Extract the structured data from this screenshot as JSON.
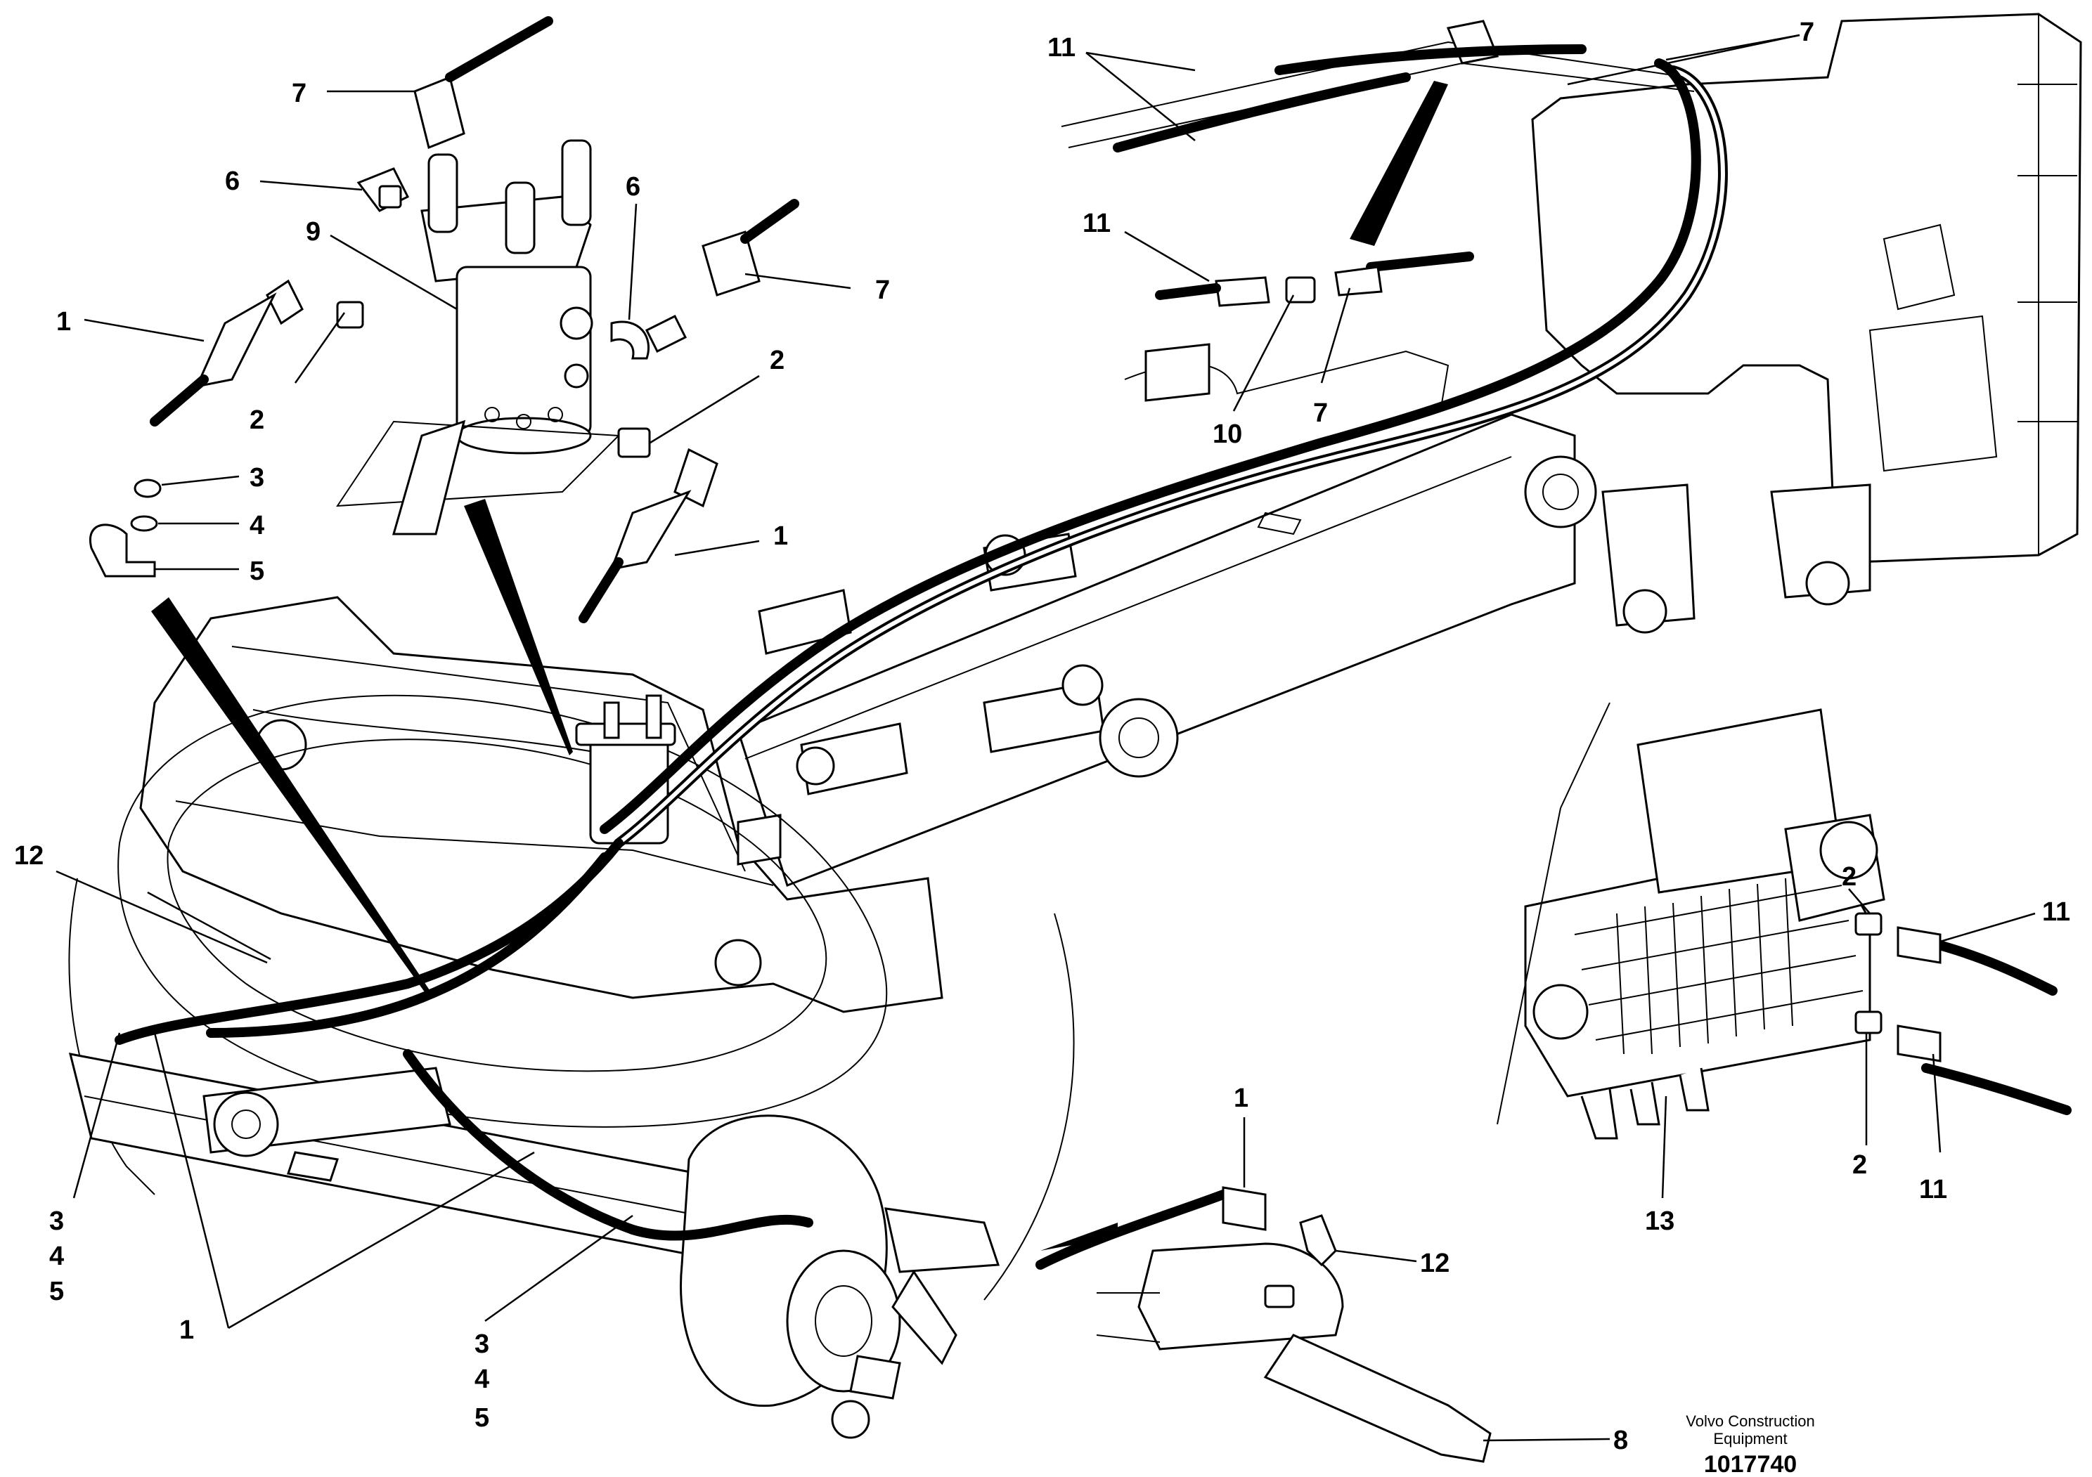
{
  "diagram": {
    "labels": {
      "l1_a": "1",
      "l1_b": "1",
      "l1_c": "1",
      "l1_d": "1",
      "l2_a": "2",
      "l2_b": "2",
      "l2_c": "2",
      "l2_d": "2",
      "l3_a": "3",
      "l3_b": "3",
      "l3_c": "3",
      "l4_a": "4",
      "l4_b": "4",
      "l4_c": "4",
      "l5_a": "5",
      "l5_b": "5",
      "l5_c": "5",
      "l6_a": "6",
      "l6_b": "6",
      "l7_a": "7",
      "l7_b": "7",
      "l7_c": "7",
      "l7_d": "7",
      "l8": "8",
      "l9": "9",
      "l10": "10",
      "l11_a": "11",
      "l11_b": "11",
      "l11_c": "11",
      "l11_d": "11",
      "l12_a": "12",
      "l12_b": "12",
      "l13": "13"
    },
    "credit": {
      "line1": "Volvo Construction",
      "line2": "Equipment"
    },
    "part_number": "1017740"
  }
}
